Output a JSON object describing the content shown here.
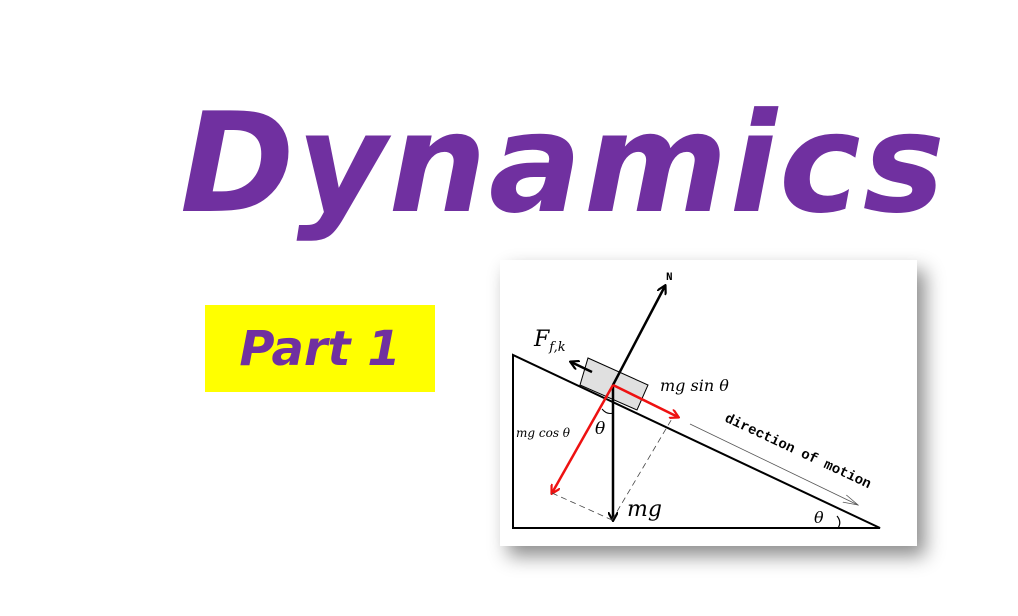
{
  "title": "Dynamics",
  "subtitle": "Part 1",
  "diagram": {
    "labels": {
      "normal": "N",
      "friction": "F",
      "friction_sub": "f,k",
      "mg_sin": "mg sin θ",
      "mg_cos": "mg cos θ",
      "theta_block": "θ",
      "mg": "mg",
      "direction": "direction of motion",
      "theta_incline": "θ"
    },
    "colors": {
      "components": "#ee1111",
      "forces": "#000000",
      "block": "#e0e0e0"
    }
  }
}
